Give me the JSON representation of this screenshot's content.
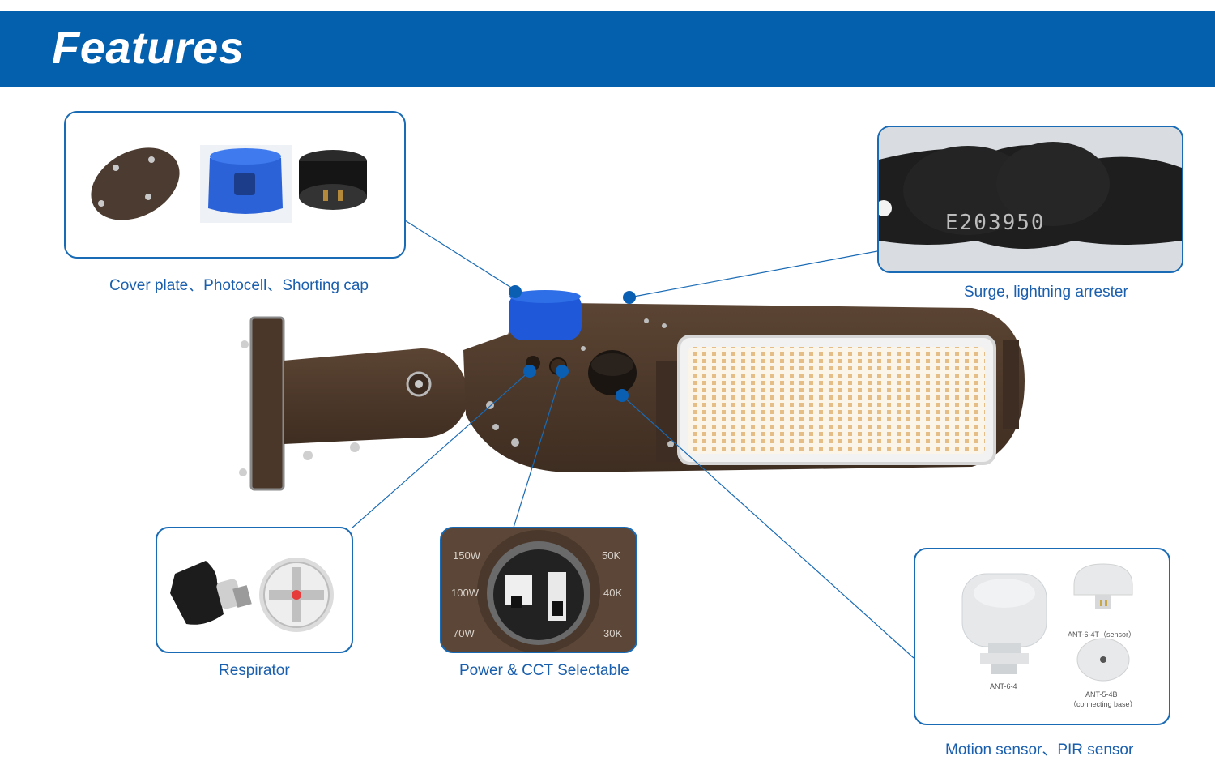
{
  "header": {
    "title": "Features"
  },
  "callouts": {
    "cover": {
      "caption": "Cover plate、Photocell、Shorting cap"
    },
    "surge": {
      "caption": "Surge, lightning arrester",
      "cable_text": "E203950"
    },
    "respirator": {
      "caption": "Respirator"
    },
    "power": {
      "caption": "Power & CCT Selectable",
      "watt_labels": [
        "150W",
        "100W",
        "70W"
      ],
      "cct_labels": [
        "50K",
        "40K",
        "30K"
      ]
    },
    "sensor": {
      "caption": "Motion sensor、PIR sensor",
      "labels": {
        "main": "ANT-6-4",
        "sensor": "ANT-6-4T（sensor）",
        "base_code": "ANT-5-4B",
        "base_desc": "（connecting base）"
      }
    }
  },
  "colors": {
    "header_bg": "#045fad",
    "accent": "#1a6bb5",
    "caption": "#1a5fae",
    "fixture_brown": "#4f3a2a",
    "led_warm": "#e8c28c"
  }
}
